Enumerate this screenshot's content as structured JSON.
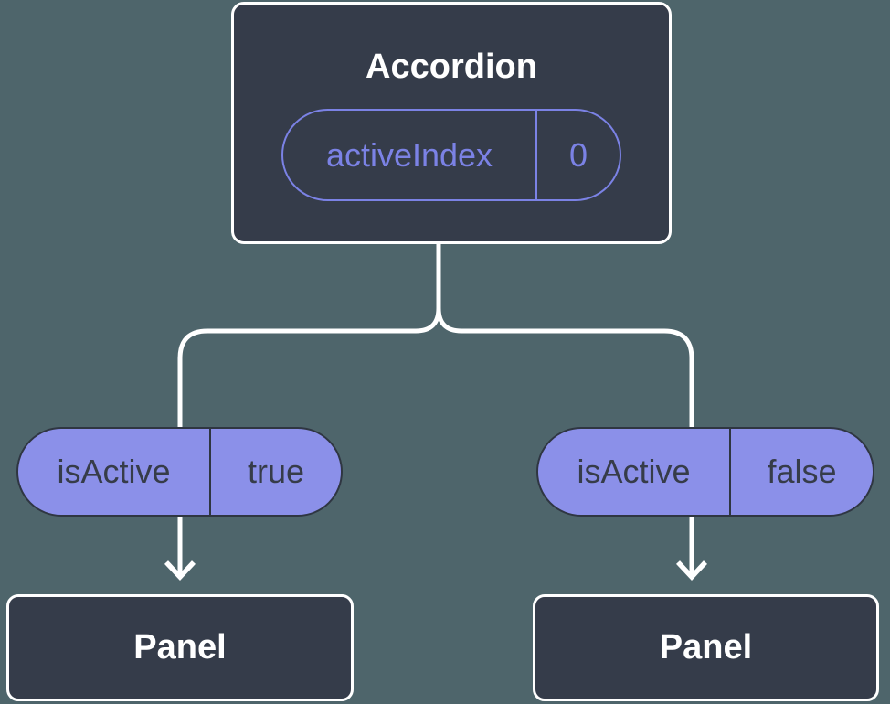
{
  "colors": {
    "background": "#4e656b",
    "node_fill": "#353c4a",
    "node_border": "#ffffff",
    "line": "#ffffff",
    "accent_purple": "#7b82e5",
    "pill_fill": "#8b90e9",
    "pill_text": "#363c49",
    "pill_border": "#2f3642",
    "title_text": "#ffffff"
  },
  "diagram": {
    "type": "component-tree",
    "root": {
      "title": "Accordion",
      "state": {
        "name": "activeIndex",
        "value": "0"
      }
    },
    "children": [
      {
        "prop": {
          "name": "isActive",
          "value": "true"
        },
        "label": "Panel"
      },
      {
        "prop": {
          "name": "isActive",
          "value": "false"
        },
        "label": "Panel"
      }
    ]
  }
}
